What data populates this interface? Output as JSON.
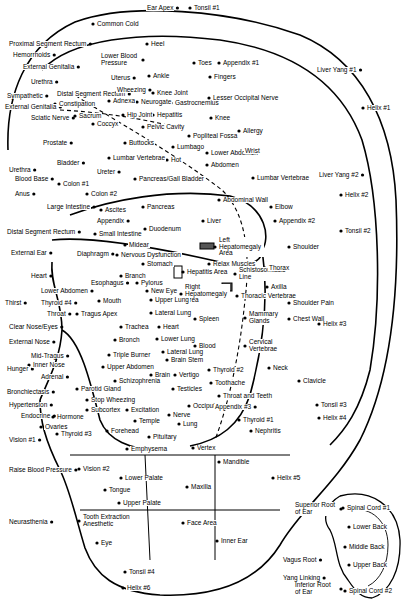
{
  "diagram": {
    "labels": [
      "Ear Apex",
      "Tonsil #1",
      "Common Cold",
      "Proximal Segment Rectum",
      "Hemorrhoids",
      "Heel",
      "External Genitalia",
      "Lower Blood Pressure",
      "Toes",
      "Appendix #1",
      "Liver Yang #1",
      "Urethra",
      "Uterus",
      "Ankle",
      "Fingers",
      "Sympathetic",
      "Distal Segment Rectum",
      "Wheezing",
      "Knee Joint",
      "Lesser Occipital Nerve",
      "External Genitalia",
      "Adnexa",
      "Neurogate",
      "Gastrocnemius",
      "Helix #1",
      "Sciatic Nerve",
      "Hip Joint",
      "Hepatitis",
      "Knee",
      "Pelvic Cavity",
      "Popliteal Fossa",
      "Allergy",
      "Prostate",
      "Buttocks",
      "Lumbago",
      "Lower Abdomen",
      "Wrist",
      "Hot",
      "Abdomen",
      "Urethra",
      "Bladder",
      "Ureter",
      "Lumbar Vertebrae",
      "Liver Yang #2",
      "Blood Base",
      "Colon #1",
      "Pancreas/Gall Bladder",
      "Lumbar Vertebrae",
      "Anus",
      "Colon #2",
      "Helix #2",
      "Large Intestine",
      "Ascites",
      "Pancreas",
      "Abdominal Wall",
      "Elbow",
      "Appendix",
      "Liver",
      "Appendix #2",
      "Distal Segment Rectum",
      "Small Intestine",
      "Duodenum",
      "Tonsil #2",
      "Midear",
      "Left Hepatomegaly Area",
      "External Ear",
      "Diaphragm",
      "Nervous Dysfunction",
      "Shoulder",
      "Stomach",
      "Relax Muscles",
      "Heart",
      "Branch",
      "Hepatitis Area",
      "Schistosomiasis Line",
      "Thorax",
      "Esophagus",
      "Pylorus",
      "Right Hepatomegaly Area",
      "Axilla",
      "Lower Abdomen",
      "New Eye",
      "Thoracic Vertebrae",
      "Thirst",
      "Thyroid #4",
      "Mouth",
      "Upper Lung",
      "Shoulder Pain",
      "Throat",
      "Tragus Apex",
      "Lateral Lung",
      "Spleen",
      "Mammary Glands",
      "Chest Wall",
      "Clear Nose/Eyes",
      "Trachea",
      "Heart",
      "Helix #3",
      "External Nose",
      "Bronch",
      "Lower Lung",
      "Blood",
      "Cervical Vertebrae",
      "Mid-Tragus",
      "Triple Burner",
      "Lateral Lung",
      "Hunger",
      "Inner Nose",
      "Brain Stem",
      "Upper Abdomen",
      "Thyroid #2",
      "Neck",
      "Adrenal",
      "Brain",
      "Vertigo",
      "Toothache",
      "Clavicle",
      "Parotid Gland",
      "Schizophrenia",
      "Testicles",
      "Bronchiectasis",
      "Stop Wheezing",
      "Throat and Teeth",
      "Tonsil #3",
      "Hypertension",
      "Subcortex",
      "Excitation",
      "Occiput",
      "Appendix #3",
      "Endocrine",
      "Hormone",
      "Nerve",
      "Temple",
      "Thyroid #1",
      "Helix #4",
      "Ovaries",
      "Forehead",
      "Lung",
      "Nephritis",
      "Vision #1",
      "Thyroid #3",
      "Pituitary",
      "Emphysema",
      "Vertex",
      "Mandible",
      "Raise Blood Pressure",
      "Vision #2",
      "Lower Palate",
      "Helix #5",
      "Tongue",
      "Maxilla",
      "Upper Palate",
      "Superior Root of Ear",
      "Spinal Cord #1",
      "Neurasthenia",
      "Tooth Extraction Anesthetic",
      "Face Area",
      "Lower Back",
      "Eye",
      "Inner Ear",
      "Middle Back",
      "Vagus Root",
      "Upper Back",
      "Tonsil #4",
      "Yang Linking",
      "Helix #6",
      "Inferior Root of Ear",
      "Spinal Cord #2",
      "Sacrum",
      "Coccyx",
      "Constipation"
    ]
  }
}
